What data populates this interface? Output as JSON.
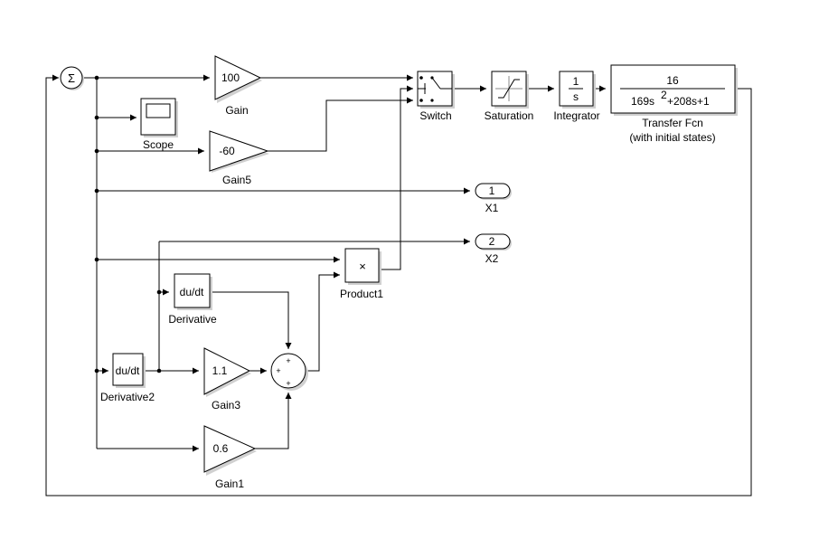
{
  "diagram": {
    "blocks": {
      "sum_top": {
        "symbol": "Σ"
      },
      "gain": {
        "value": "100",
        "label": "Gain"
      },
      "scope": {
        "label": "Scope"
      },
      "gain5": {
        "value": "-60",
        "label": "Gain5"
      },
      "switch": {
        "label": "Switch"
      },
      "saturation": {
        "label": "Saturation"
      },
      "integrator": {
        "numerator": "1",
        "denominator": "s",
        "label": "Integrator"
      },
      "transfer_fcn": {
        "numerator": "16",
        "denominator_pre": "169s",
        "exponent": "2",
        "denominator_post": "+208s+1",
        "label": "Transfer Fcn",
        "sublabel": "(with initial states)"
      },
      "out1": {
        "number": "1",
        "label": "X1"
      },
      "out2": {
        "number": "2",
        "label": "X2"
      },
      "product1": {
        "symbol": "×",
        "label": "Product1"
      },
      "derivative": {
        "text": "du/dt",
        "label": "Derivative"
      },
      "derivative2": {
        "text": "du/dt",
        "label": "Derivative2"
      },
      "gain3": {
        "value": "1.1",
        "label": "Gain3"
      },
      "gain1": {
        "value": "0.6",
        "label": "Gain1"
      },
      "sum_bottom": {
        "signs": [
          "+",
          "+",
          "+"
        ]
      }
    }
  }
}
